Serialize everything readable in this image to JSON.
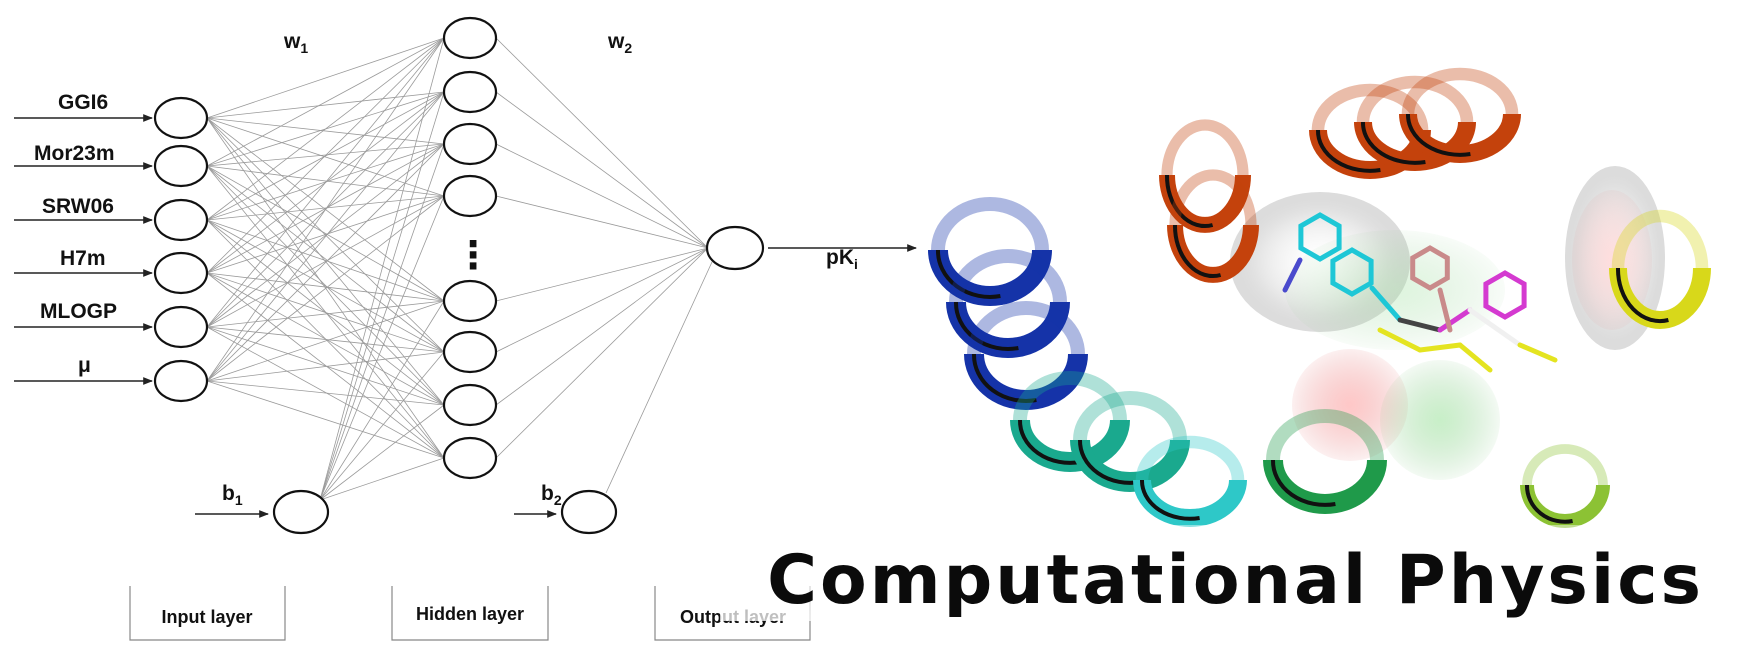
{
  "diagram": {
    "inputs": [
      "GGI6",
      "Mor23m",
      "SRW06",
      "H7m",
      "MLOGP",
      "μ"
    ],
    "weights": {
      "w1": {
        "main": "w",
        "sub": "1"
      },
      "w2": {
        "main": "w",
        "sub": "2"
      }
    },
    "biases": {
      "b1": {
        "main": "b",
        "sub": "1"
      },
      "b2": {
        "main": "b",
        "sub": "2"
      }
    },
    "hidden_ellipsis": "⋮",
    "output": {
      "main": "pK",
      "sub": "i"
    },
    "layer_titles": {
      "input": "Input layer",
      "hidden": "Hidden layer",
      "output": "Output layer"
    }
  },
  "banner": {
    "title": "Computational Physics"
  },
  "colors": {
    "helix_orange": "#c4420c",
    "helix_blue": "#1533a8",
    "helix_teal": "#1aa98e",
    "helix_cyan": "#2ec8c8",
    "helix_green": "#1f9a4a",
    "helix_yellow": "#d8d81a",
    "helix_lime": "#8cc234",
    "ligand_cyan": "#1ec7d6",
    "ligand_magenta": "#d43ad0",
    "ligand_yellow": "#e4e420"
  }
}
